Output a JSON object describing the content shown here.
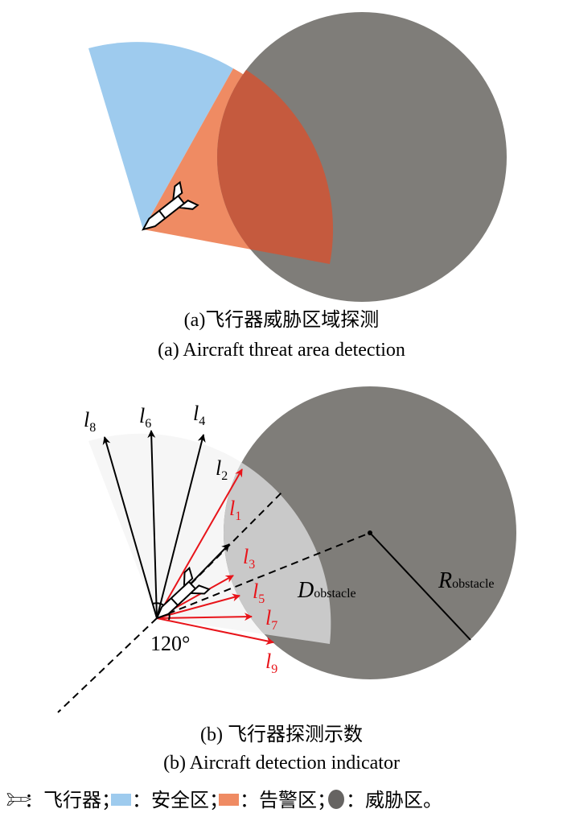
{
  "colors": {
    "safe": "#9ecbee",
    "warning": "#ef8b63",
    "threat": "#7f7d79",
    "overlap": "#c55a3e",
    "detect_sector": "#f6f6f6",
    "detect_overlap": "#c9c9c9",
    "red": "#e8141a"
  },
  "panel_a": {
    "caption_cn": "(a)飞行器威胁区域探测",
    "caption_en": "(a) Aircraft threat area detection"
  },
  "panel_b": {
    "caption_cn": "(b) 飞行器探测示数",
    "caption_en": "(b) Aircraft detection indicator",
    "angle_label": "120°",
    "rays": [
      {
        "sym": "l",
        "sub": "8"
      },
      {
        "sym": "l",
        "sub": "6"
      },
      {
        "sym": "l",
        "sub": "4"
      },
      {
        "sym": "l",
        "sub": "2"
      },
      {
        "sym": "l",
        "sub": "1"
      },
      {
        "sym": "l",
        "sub": "3"
      },
      {
        "sym": "l",
        "sub": "5"
      },
      {
        "sym": "l",
        "sub": "7"
      },
      {
        "sym": "l",
        "sub": "9"
      }
    ],
    "d_label": {
      "sym": "D",
      "sub": "obstacle"
    },
    "r_label": {
      "sym": "R",
      "sub": "obstacle"
    }
  },
  "legend": {
    "aircraft": "：飞行器；",
    "safe": "：安全区；",
    "warning": "：告警区；",
    "threat": "：威胁区。"
  }
}
